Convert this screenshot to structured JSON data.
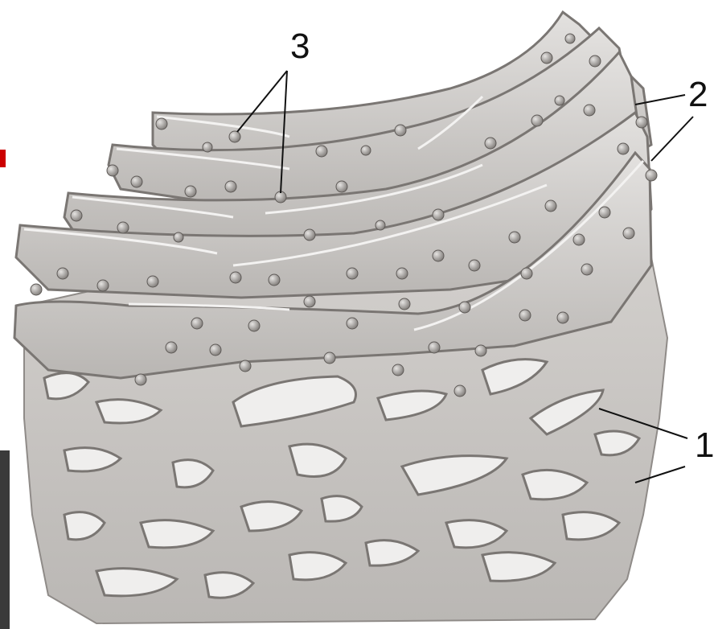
{
  "diagram": {
    "labels": {
      "rough_er": "1",
      "smooth_membrane": "2",
      "ribosomes": "3"
    },
    "colors": {
      "background": "#ffffff",
      "membrane": "#c9c6c3",
      "membrane_dark": "#8f8b88",
      "shadow": "#7a7673",
      "ribosome": "#9b9794",
      "leader": "#111111",
      "red_mark": "#cc0000"
    }
  }
}
